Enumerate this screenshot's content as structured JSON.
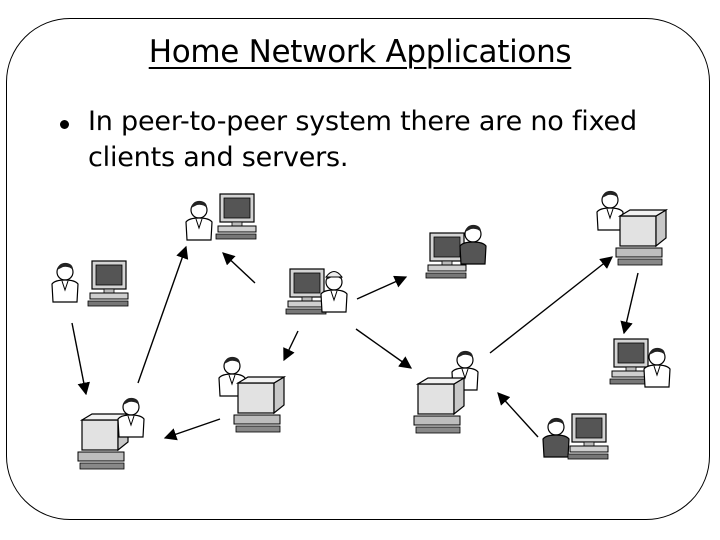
{
  "slide": {
    "title": "Home Network Applications",
    "bullet": "In peer-to-peer system there are no fixed clients and servers."
  },
  "diagram": {
    "nodes": [
      {
        "name": "peer-top-left-woman"
      },
      {
        "name": "peer-left-man"
      },
      {
        "name": "peer-bottom-left-woman"
      },
      {
        "name": "peer-center-hardhat"
      },
      {
        "name": "peer-center-bottom-woman"
      },
      {
        "name": "peer-top-middle-man"
      },
      {
        "name": "peer-center-glasses-man"
      },
      {
        "name": "peer-top-right-woman"
      },
      {
        "name": "peer-right-woman"
      },
      {
        "name": "peer-bottom-right-man"
      }
    ]
  }
}
